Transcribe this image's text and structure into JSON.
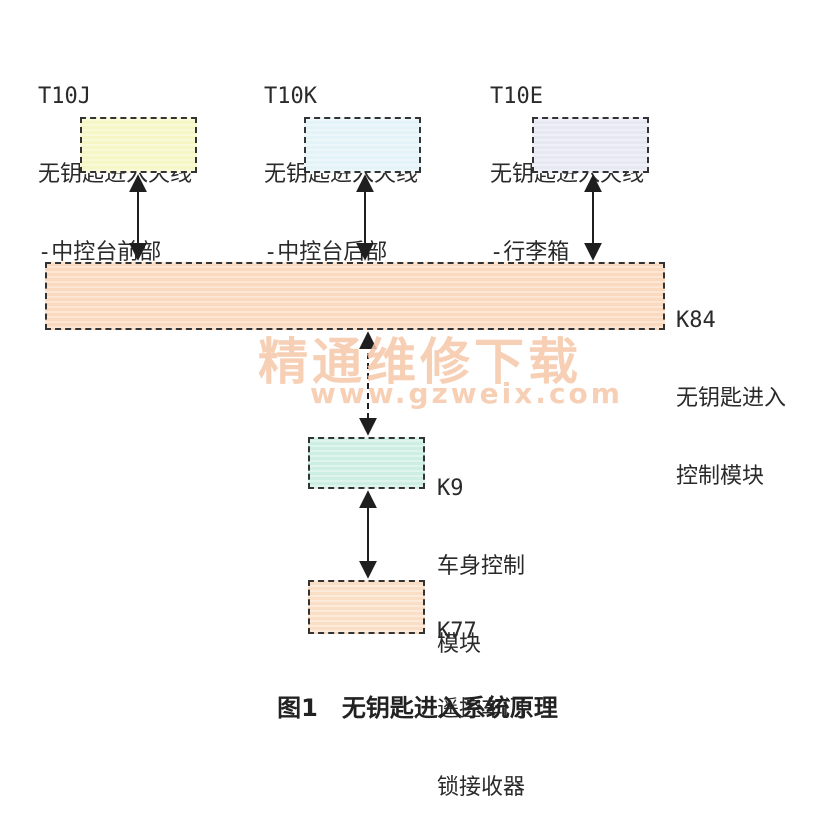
{
  "colors": {
    "t10j_fill": "#f6f7c4",
    "t10k_fill": "#e3f3f8",
    "t10e_fill": "#e6e8f2",
    "k84_fill": "#fad9be",
    "k9_fill": "#cdeee3",
    "k77_fill": "#fadfc6",
    "arrow": "#1f1f1f",
    "watermark": "#f5c7a8"
  },
  "antennas": [
    {
      "code": "T10J",
      "name": "无钥匙进入天线",
      "location": "-中控台前部"
    },
    {
      "code": "T10K",
      "name": "无钥匙进入天线",
      "location": "-中控台后部"
    },
    {
      "code": "T10E",
      "name": "无钥匙进入天线",
      "location": "-行李箱"
    }
  ],
  "k84": {
    "code": "K84",
    "line1": "无钥匙进入",
    "line2": "控制模块"
  },
  "k9": {
    "code": "K9",
    "line1": "车身控制",
    "line2": "模块"
  },
  "k77": {
    "code": "K77",
    "line1": "遥控车门",
    "line2": "锁接收器"
  },
  "watermark": {
    "text_cn": "精通维修下载",
    "text_url": "www.gzweix.com"
  },
  "caption": "图1　无钥匙进入系统原理"
}
